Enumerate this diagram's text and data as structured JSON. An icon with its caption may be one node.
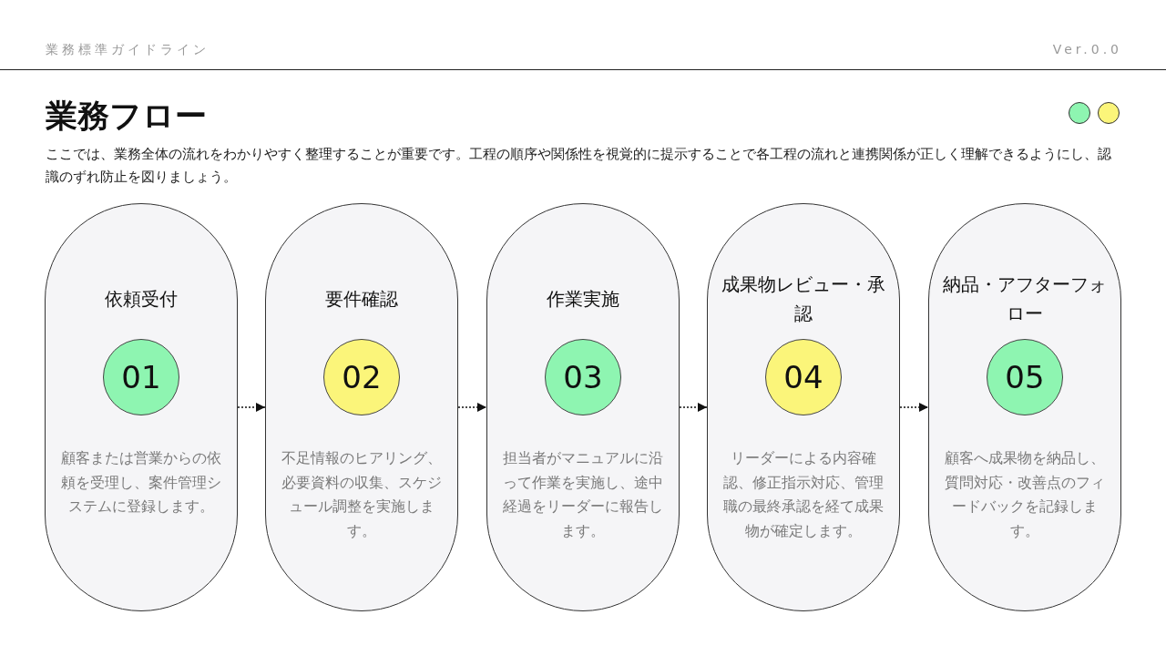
{
  "diagram": {
    "title": "業務フロー",
    "nodes": [
      {
        "text": [
          "依頼受付",
          "顧客または営業からの依頼を受理し、案件管理システムに登録します。"
        ]
      },
      {
        "text": [
          "01"
        ],
        "in": 0
      },
      {
        "text": [
          "要件確認",
          "不足情報のヒアリング、必要資料の収集、スケジュール調整を実施します。"
        ]
      },
      {
        "text": [
          "02"
        ],
        "in": 2
      },
      {
        "text": [
          "作業実施",
          "担当者がマニュアルに沿って作業を実施し、途中経過をリーダーに報告します。"
        ]
      },
      {
        "text": [
          "03"
        ],
        "in": 4
      },
      {
        "text": [
          "成果物レビュー・承認",
          "リーダーによる内容確認、修正指示対応、管理職の最終承認を経て成果物が確定します。"
        ]
      },
      {
        "text": [
          "04"
        ],
        "in": 6
      },
      {
        "text": [
          "納品・アフターフォロー",
          "顧客へ成果物を納品し、質問対応・改善点のフィードバックを記録します。"
        ]
      },
      {
        "text": [
          "05"
        ],
        "in": 8
      }
    ],
    "edges": [
      {
        "from": 0,
        "to": 2,
        "arrow": "to",
        "style": "dashed"
      },
      {
        "from": 2,
        "to": 4,
        "arrow": "to",
        "style": "dashed"
      },
      {
        "from": 4,
        "to": 6,
        "arrow": "to",
        "style": "dashed"
      },
      {
        "from": 6,
        "to": 8,
        "arrow": "to",
        "style": "dashed"
      }
    ],
    "labels": [
      "業務標準ガイドライン",
      "Ver.0.0",
      "ここでは、業務全体の流れをわかりやすく整理することが重要です。工程の順序や関係性を視覚的に提示することで各工程の流れと連携関係が正しく理解できるようにし、認識のずれ防止を図りましょう。"
    ]
  }
}
